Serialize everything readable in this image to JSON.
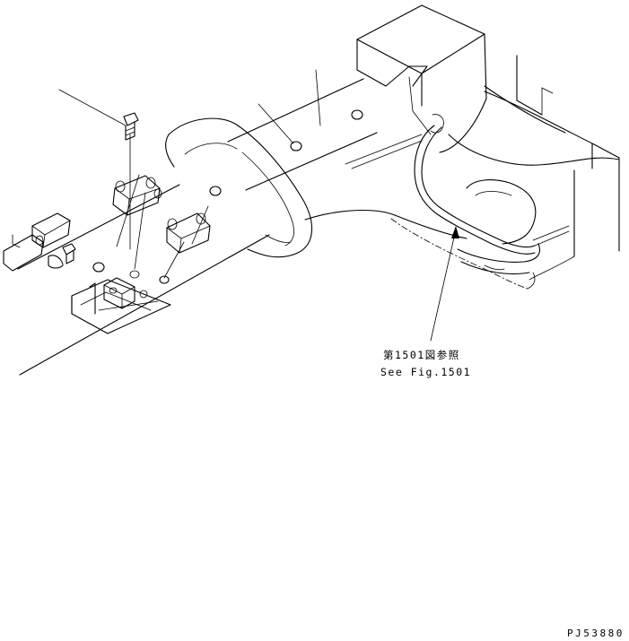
{
  "references": {
    "jp": "第1501図参照",
    "en": "See Fig.1501"
  },
  "drawing_code": "PJ53880"
}
